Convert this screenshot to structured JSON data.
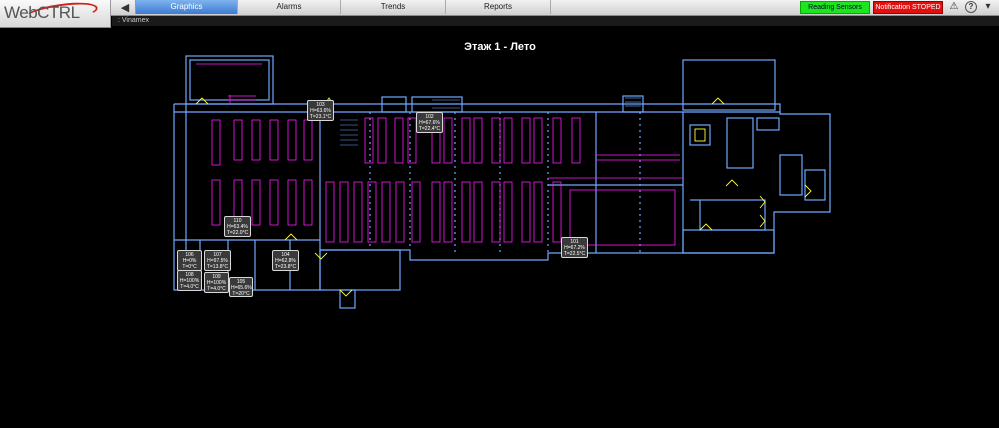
{
  "app": {
    "logo_text": "WebCTRL"
  },
  "nav": {
    "back_icon": "back-arrow-icon",
    "tabs": [
      {
        "label": "Graphics",
        "active": true
      },
      {
        "label": "Alarms",
        "active": false
      },
      {
        "label": "Trends",
        "active": false
      },
      {
        "label": "Reports",
        "active": false
      }
    ]
  },
  "status": {
    "reading_sensors": "Reading Sensors",
    "notification": "Notification STOPED",
    "alarm_icon": "warning-triangle-icon",
    "help_icon": "help-icon",
    "colors": {
      "reading": "#1ee61e",
      "notification": "#e01010"
    }
  },
  "breadcrumb": ": Vinamex",
  "floor_title": "Этаж 1 - Лето",
  "plan_colors": {
    "walls": "#6fa8ff",
    "racks": "#ff1aff",
    "doors": "#ffff33"
  },
  "sensors": [
    {
      "room": "103",
      "h": "H=63.6%",
      "t": "T=23.1°C"
    },
    {
      "room": "102",
      "h": "H=67.6%",
      "t": "T=22.4°C"
    },
    {
      "room": "110",
      "h": "H=63.4%",
      "t": "T=22.0°C"
    },
    {
      "room": "101",
      "h": "H=67.2%",
      "t": "T=22.5°C"
    },
    {
      "room": "106",
      "h": "H=0%",
      "t": "T=0°C"
    },
    {
      "room": "107",
      "h": "H=97.5%",
      "t": "T=13.8°C"
    },
    {
      "room": "104",
      "h": "H=62.8%",
      "t": "T=23.8°C"
    },
    {
      "room": "108",
      "h": "H=100%",
      "t": "T=4.0°C"
    },
    {
      "room": "109",
      "h": "H=100%",
      "t": "T=4.0°C"
    },
    {
      "room": "105",
      "h": "H=65.6%",
      "t": "T=20°C"
    }
  ]
}
